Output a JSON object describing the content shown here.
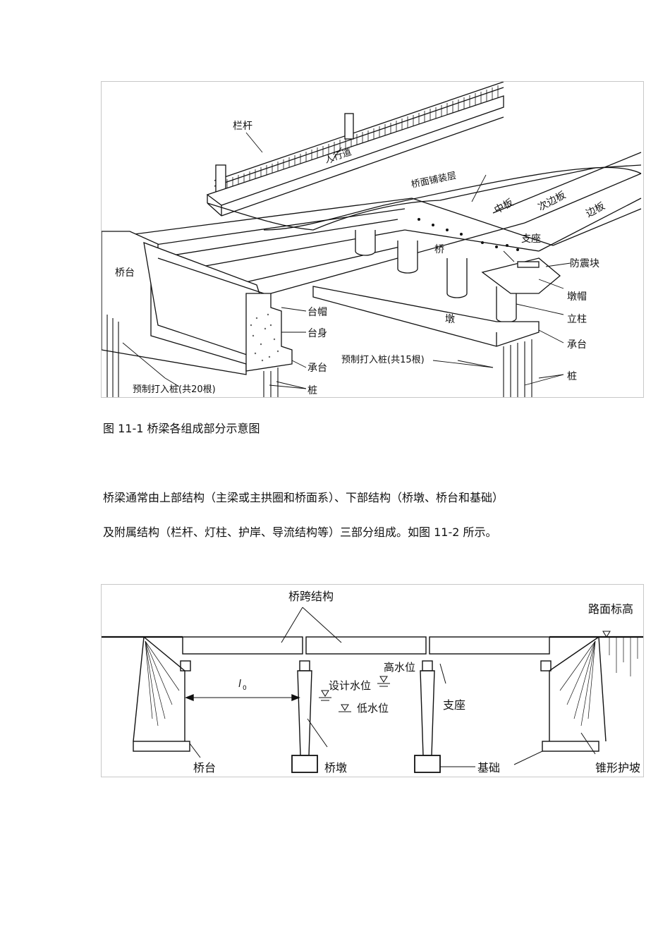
{
  "figure1": {
    "labels": {
      "railing": "栏杆",
      "sidewalk": "人行道",
      "deck_pavement": "桥面铺装层",
      "middle_slab": "中板",
      "secondary_edge_slab": "次边板",
      "edge_slab": "边板",
      "bearing": "支座",
      "bridge": "桥",
      "anti_seismic_block": "防震块",
      "pier_cap": "墩帽",
      "column": "立柱",
      "pile_cap_right": "承台",
      "pier": "墩",
      "abutment": "桥台",
      "abutment_cap": "台帽",
      "abutment_body": "台身",
      "pile_cap_left": "承台",
      "precast_piles_20": "预制打入桩(共20根)",
      "precast_piles_15": "预制打入桩(共15根)",
      "pile_left": "桩",
      "pile_right": "桩"
    }
  },
  "caption1": "图 11-1  桥梁各组成部分示意图",
  "paragraph": {
    "line1": "桥梁通常由上部结构（主梁或主拱圈和桥面系）、下部结构（桥墩、桥台和基础）",
    "line2": "及附属结构（栏杆、灯柱、护岸、导流结构等）三部分组成。如图 11-2 所示。"
  },
  "figure2": {
    "labels": {
      "span_structure": "桥跨结构",
      "road_elevation": "路面标高",
      "high_water": "高水位",
      "design_water": "设计水位",
      "low_water": "低水位",
      "bearing": "支座",
      "span_symbol": "l",
      "span_subscript": "0",
      "abutment": "桥台",
      "pier": "桥墩",
      "foundation": "基础",
      "cone_slope": "锥形护坡"
    }
  }
}
